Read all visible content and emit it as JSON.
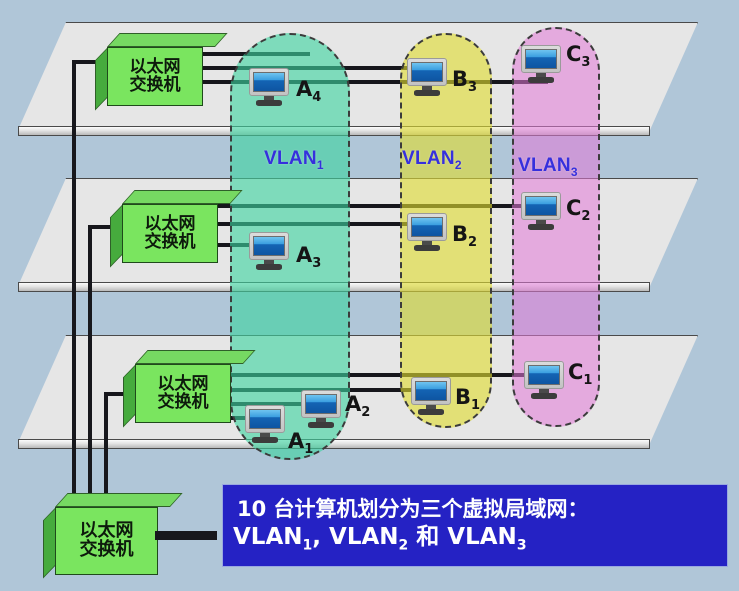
{
  "diagram": {
    "title_caption": {
      "line1": "10 台计算机划分为三个虚拟局域网：",
      "line2_prefix": "VLAN",
      "line2_full": "VLAN1, VLAN2 和 VLAN3"
    },
    "background_color": "#b0c6d8",
    "caption_color": "#2522c4",
    "vlan_label_color": "#3630dd"
  },
  "switch_label": {
    "line1": "以太网",
    "line2": "交换机",
    "meaning": "Ethernet Switch"
  },
  "floors": [
    {
      "name": "top-floor",
      "switch": "以太网交换机",
      "computers": [
        "A4",
        "B3",
        "C3"
      ]
    },
    {
      "name": "middle-floor",
      "switch": "以太网交换机",
      "computers": [
        "A3",
        "B2",
        "C2"
      ]
    },
    {
      "name": "bottom-floor",
      "switch": "以太网交换机",
      "computers": [
        "A1",
        "A2",
        "B1",
        "C1"
      ]
    }
  ],
  "root_switch": {
    "name": "root-ethernet-switch",
    "line1": "以太网",
    "line2": "交换机"
  },
  "vlans": [
    {
      "id": "vlan1",
      "label": "VLAN",
      "sub": "1",
      "color": "#5fd9ae",
      "members": [
        "A1",
        "A2",
        "A3",
        "A4"
      ]
    },
    {
      "id": "vlan2",
      "label": "VLAN",
      "sub": "2",
      "color": "#e2e055",
      "members": [
        "B1",
        "B2",
        "B3"
      ]
    },
    {
      "id": "vlan3",
      "label": "VLAN",
      "sub": "3",
      "color": "#e79fe0",
      "members": [
        "C1",
        "C2",
        "C3"
      ]
    }
  ],
  "computers": [
    {
      "id": "A4",
      "base": "A",
      "sub": "4",
      "vlan": "vlan1",
      "floor": "top-floor"
    },
    {
      "id": "B3",
      "base": "B",
      "sub": "3",
      "vlan": "vlan2",
      "floor": "top-floor"
    },
    {
      "id": "C3",
      "base": "C",
      "sub": "3",
      "vlan": "vlan3",
      "floor": "top-floor"
    },
    {
      "id": "A3",
      "base": "A",
      "sub": "3",
      "vlan": "vlan1",
      "floor": "middle-floor"
    },
    {
      "id": "B2",
      "base": "B",
      "sub": "2",
      "vlan": "vlan2",
      "floor": "middle-floor"
    },
    {
      "id": "C2",
      "base": "C",
      "sub": "2",
      "vlan": "vlan3",
      "floor": "middle-floor"
    },
    {
      "id": "A1",
      "base": "A",
      "sub": "1",
      "vlan": "vlan1",
      "floor": "bottom-floor"
    },
    {
      "id": "A2",
      "base": "A",
      "sub": "2",
      "vlan": "vlan1",
      "floor": "bottom-floor"
    },
    {
      "id": "B1",
      "base": "B",
      "sub": "1",
      "vlan": "vlan2",
      "floor": "bottom-floor"
    },
    {
      "id": "C1",
      "base": "C",
      "sub": "1",
      "vlan": "vlan3",
      "floor": "bottom-floor"
    }
  ],
  "counts": {
    "total_computers": 10,
    "total_vlans": 3,
    "total_switches": 4
  }
}
